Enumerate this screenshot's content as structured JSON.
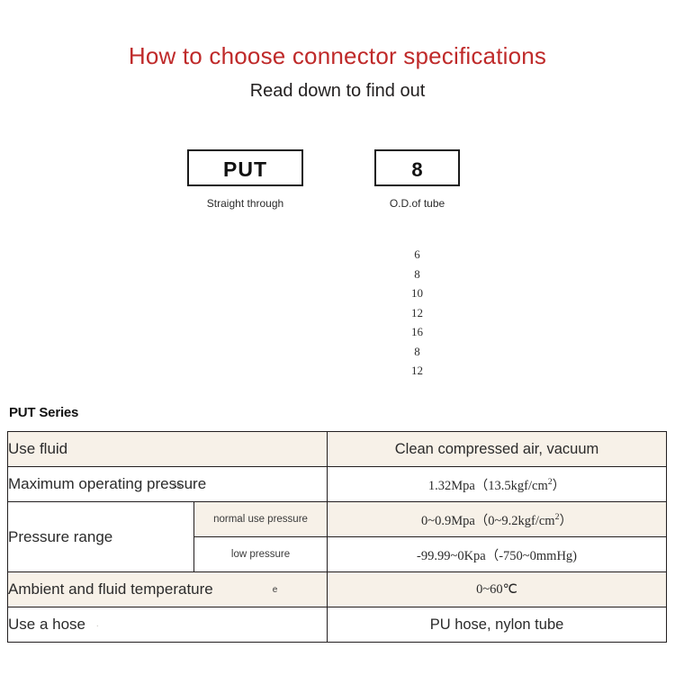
{
  "header": {
    "title": "How to choose connector specifications",
    "subtitle": "Read down to find out",
    "title_color": "#bf2a2a"
  },
  "code_diagram": {
    "series_box": {
      "code": "PUT",
      "caption": "Straight through"
    },
    "size_box": {
      "code": "8",
      "caption": "O.D.of tube"
    },
    "size_options": [
      "6",
      "8",
      "10",
      "12",
      "16",
      "8",
      "12"
    ]
  },
  "spec": {
    "heading": "PUT Series",
    "rows": [
      {
        "label": "Use fluid",
        "value": "Clean compressed air, vacuum"
      },
      {
        "label": "Maximum operating pressure",
        "value_main": "1.32Mpa（13.5kgf/cm",
        "value_sup": "2",
        "value_tail": "）",
        "artifact": "ss"
      },
      {
        "label": "Pressure range",
        "sub": [
          {
            "sublabel": "normal use pressure",
            "value_main": "0~0.9Mpa（0~9.2kgf/cm",
            "value_sup": "2",
            "value_tail": "）"
          },
          {
            "sublabel": "low pressure",
            "value_main": "-99.99~0Kpa（-750~0mmHg)",
            "value_sup": "",
            "value_tail": ""
          }
        ]
      },
      {
        "label": "Ambient and fluid temperature",
        "value": "0~60℃",
        "artifact": "e"
      },
      {
        "label": "Use a hose",
        "value": "PU hose, nylon tube",
        "artifact": "."
      }
    ]
  },
  "colors": {
    "beige_row": "#f7f1e8",
    "border": "#231f20",
    "text": "#2b2b2b"
  }
}
